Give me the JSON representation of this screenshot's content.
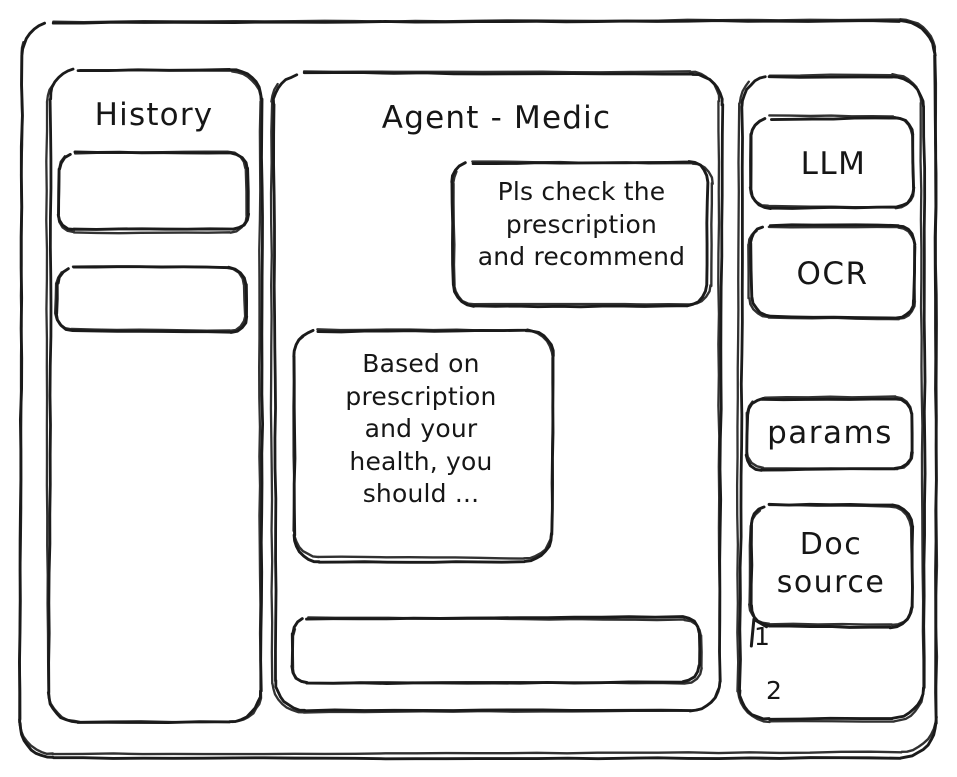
{
  "window": {
    "style": "hand-drawn-wireframe",
    "stroke_color": "#1b1b1b",
    "background_color": "#ffffff"
  },
  "history_panel": {
    "title": "History",
    "items": [
      {
        "label": ""
      },
      {
        "label": ""
      }
    ]
  },
  "main_panel": {
    "title": "Agent - Medic",
    "messages": [
      {
        "role": "user",
        "text": "Pls check the\nprescription\nand recommend"
      },
      {
        "role": "assistant",
        "text": "Based on\nprescription\nand your\nhealth, you\nshould ..."
      }
    ],
    "composer": {
      "value": "",
      "placeholder": ""
    }
  },
  "tools_panel": {
    "cards": [
      {
        "label": "LLM"
      },
      {
        "label": "OCR"
      },
      {
        "label": "params"
      },
      {
        "label": "Doc\nsource"
      }
    ],
    "doc_list": [
      {
        "label": "1"
      },
      {
        "label": "2"
      }
    ]
  }
}
